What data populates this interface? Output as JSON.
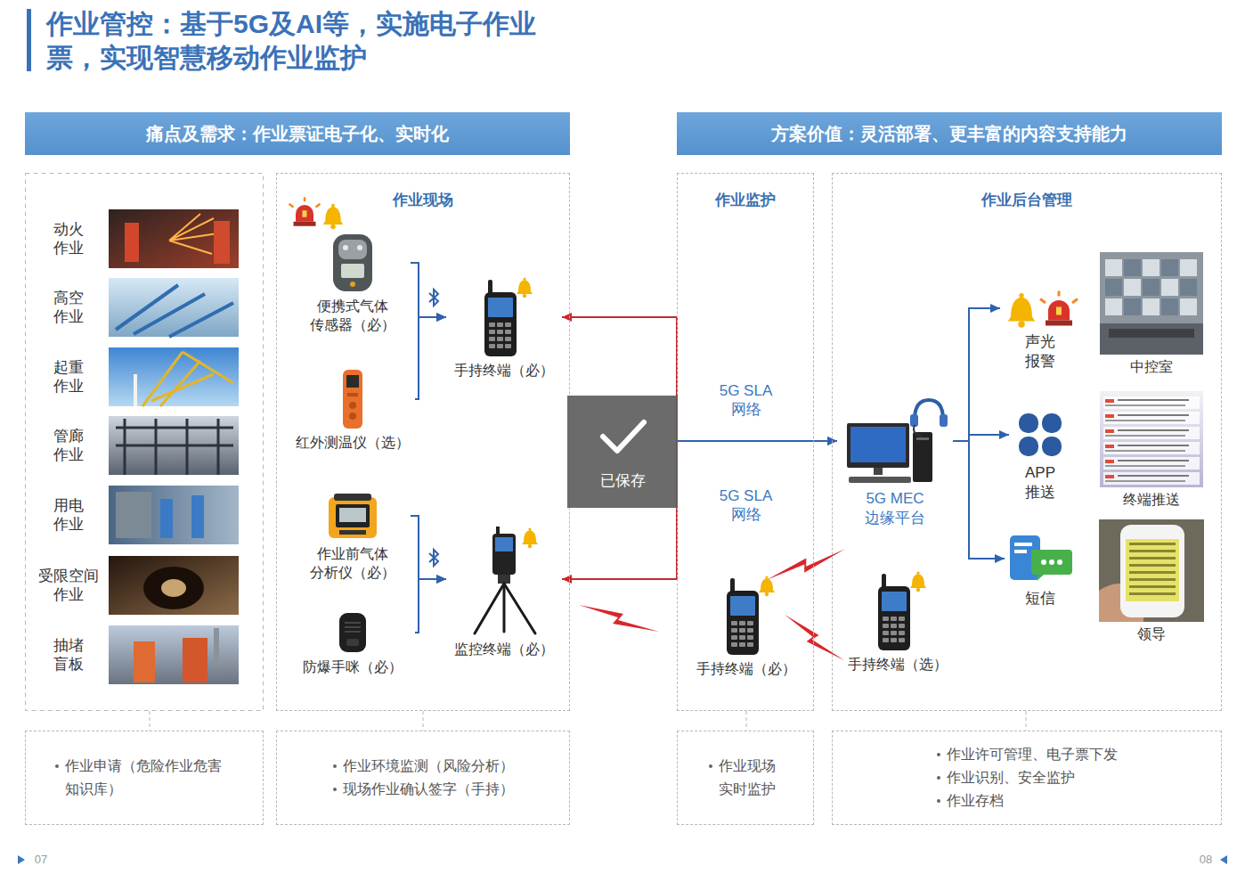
{
  "diagram": {
    "title": "作业管控：基于5G及AI等，实施电子作业票，实现智慧移动作业监护",
    "nodes": [
      {
        "text": [
          "痛点及需求：作业票证电子化、实时化"
        ]
      },
      {
        "text": [
          "方案价值：灵活部署、更丰富的内容支持能力"
        ]
      },
      {
        "text": [
          "作业现场"
        ]
      },
      {
        "text": [
          "便携式气体 传感器（必）"
        ],
        "in": 2
      },
      {
        "text": [
          "红外测温仪（选）"
        ],
        "in": 2
      },
      {
        "text": [
          "手持终端（必）"
        ],
        "in": 2
      },
      {
        "text": [
          "作业前气体 分析仪（必）"
        ],
        "in": 2
      },
      {
        "text": [
          "防爆手咪（必）"
        ],
        "in": 2
      },
      {
        "text": [
          "监控终端（必）"
        ],
        "in": 2
      },
      {
        "text": [
          "作业监护"
        ]
      },
      {
        "text": [
          "手持终端（必）"
        ],
        "in": 9
      },
      {
        "text": [
          "作业后台管理"
        ]
      },
      {
        "text": [
          "5G MEC 边缘平台"
        ],
        "in": 11
      },
      {
        "text": [
          "声光 报警"
        ],
        "in": 11
      },
      {
        "text": [
          "APP 推送"
        ],
        "in": 11
      },
      {
        "text": [
          "短信"
        ],
        "in": 11
      },
      {
        "text": [
          "中控室"
        ],
        "in": 11
      },
      {
        "text": [
          "终端推送"
        ],
        "in": 11
      },
      {
        "text": [
          "领导"
        ],
        "in": 11
      },
      {
        "text": [
          "手持终端（选）"
        ],
        "in": 11
      },
      {
        "text": [
          "作业申请（危险作业危害 知识库）"
        ]
      },
      {
        "text": [
          "作业环境监测（风险分析）",
          "现场作业确认签字（手持）"
        ]
      },
      {
        "text": [
          "作业现场 实时监护"
        ]
      },
      {
        "text": [
          "作业许可管理、电子票下发",
          "作业识别、安全监护",
          "作业存档"
        ]
      }
    ],
    "edges": [
      {
        "from": 3,
        "to": 5,
        "arrow": "to"
      },
      {
        "from": 4,
        "to": 5,
        "arrow": "to"
      },
      {
        "from": 6,
        "to": 8,
        "arrow": "to"
      },
      {
        "from": 7,
        "to": 8,
        "arrow": "to"
      },
      {
        "from": 5,
        "to": 12,
        "arrow": "both"
      },
      {
        "from": 8,
        "to": 12,
        "arrow": "both"
      },
      {
        "from": 12,
        "to": 13,
        "arrow": "to"
      },
      {
        "from": 12,
        "to": 14,
        "arrow": "to"
      },
      {
        "from": 12,
        "to": 15,
        "arrow": "to"
      }
    ],
    "labels": [
      "动火 作业",
      "高空 作业",
      "起重 作业",
      "管廊 作业",
      "用电 作业",
      "受限空间 作业",
      "抽堵 盲板",
      "5G SLA 网络",
      "5G SLA 网络",
      "已保存",
      "07",
      "08"
    ]
  }
}
